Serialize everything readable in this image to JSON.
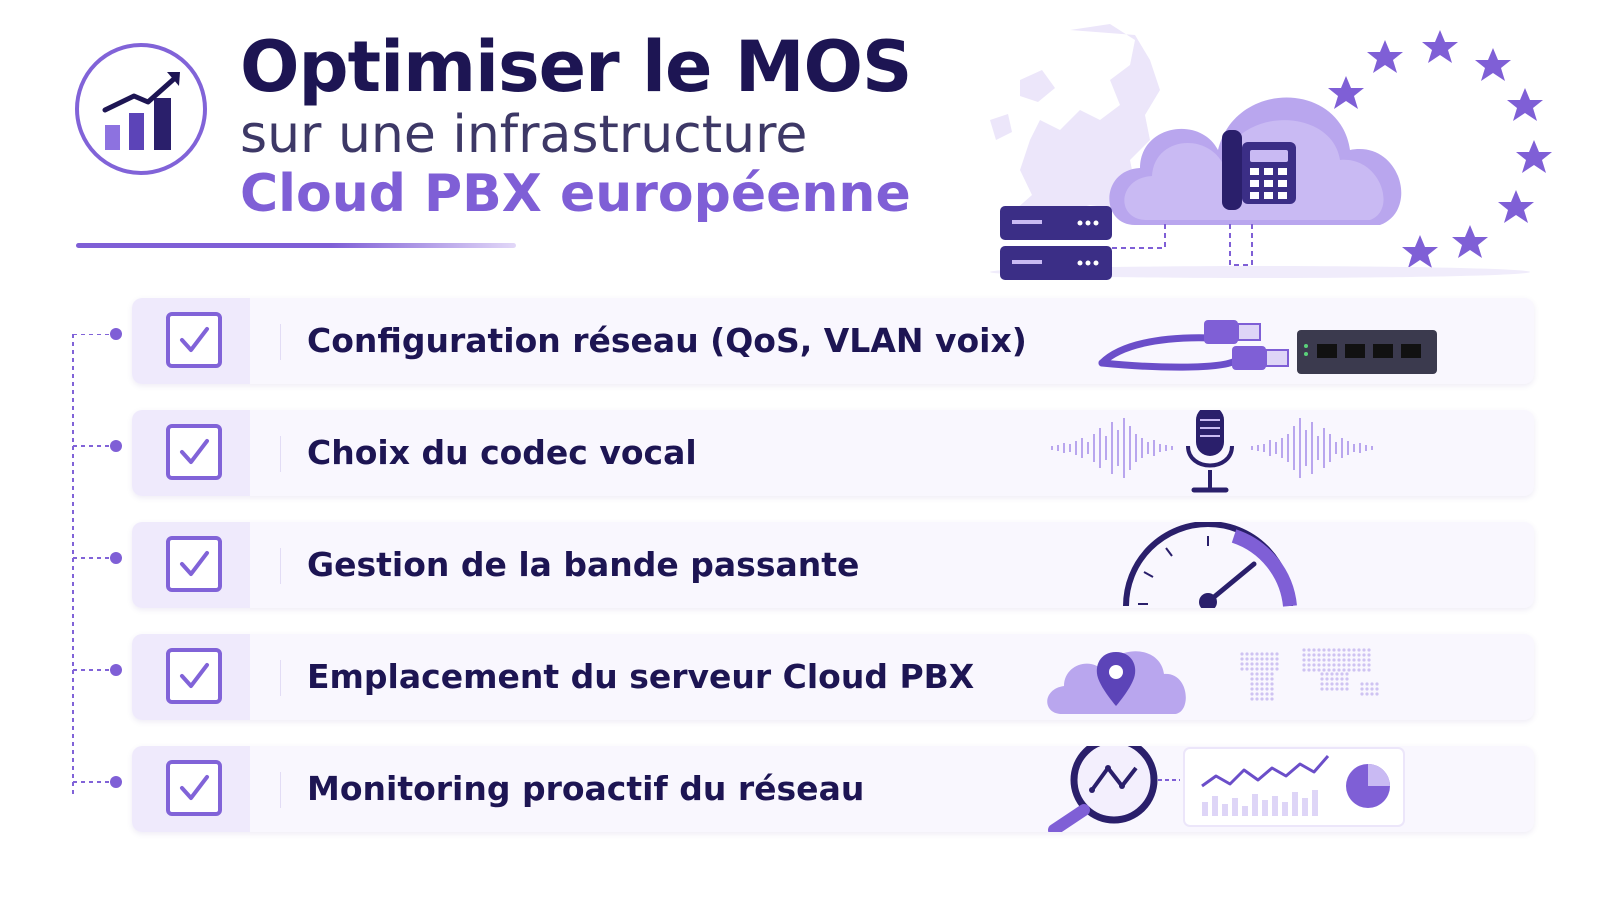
{
  "header": {
    "title_line1": "Optimiser le MOS",
    "title_line2": "sur une infrastructure",
    "title_line3": "Cloud PBX européenne"
  },
  "icons": {
    "header": "chart-growth-icon",
    "hero": "cloud-phone-icon",
    "check": "checkbox-checked-icon"
  },
  "colors": {
    "primary": "#7f5fd6",
    "dark": "#1d1553",
    "light": "#efeafc"
  },
  "checklist": {
    "items": [
      {
        "label": "Configuration réseau (QoS, VLAN voix)",
        "icon": "ethernet-switch-icon"
      },
      {
        "label": "Choix du codec vocal",
        "icon": "microphone-waveform-icon"
      },
      {
        "label": "Gestion de la bande passante",
        "icon": "speedometer-icon"
      },
      {
        "label": "Emplacement du serveur Cloud PBX",
        "icon": "cloud-location-world-map-icon"
      },
      {
        "label": "Monitoring proactif du réseau",
        "icon": "magnifier-analytics-icon"
      }
    ]
  }
}
